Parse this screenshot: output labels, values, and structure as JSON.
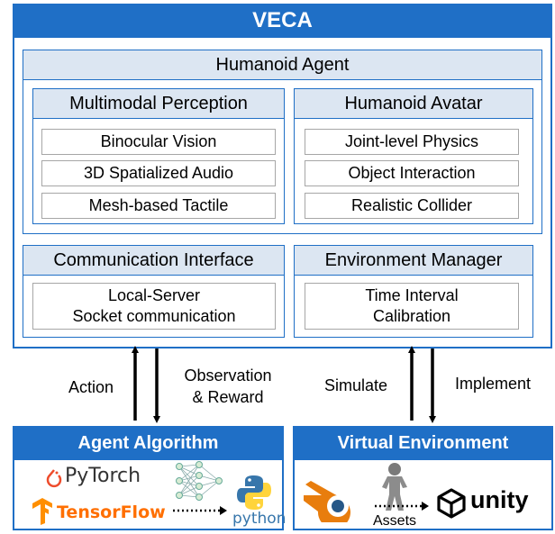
{
  "veca": {
    "title": "VECA",
    "humanoid_agent": {
      "title": "Humanoid Agent",
      "perception": {
        "title": "Multimodal Perception",
        "items": [
          "Binocular Vision",
          "3D Spatialized Audio",
          "Mesh-based Tactile"
        ]
      },
      "avatar": {
        "title": "Humanoid Avatar",
        "items": [
          "Joint-level Physics",
          "Object Interaction",
          "Realistic Collider"
        ]
      }
    },
    "communication": {
      "title": "Communication Interface",
      "line1": "Local-Server",
      "line2": "Socket communication"
    },
    "environment_manager": {
      "title": "Environment Manager",
      "line1": "Time Interval",
      "line2": "Calibration"
    }
  },
  "arrows": {
    "action": "Action",
    "observation_line1": "Observation",
    "observation_line2": "& Reward",
    "simulate": "Simulate",
    "implement": "Implement"
  },
  "agent_algorithm": {
    "title": "Agent Algorithm",
    "pytorch": "PyTorch",
    "tensorflow": "TensorFlow",
    "python": "python"
  },
  "virtual_environment": {
    "title": "Virtual Environment",
    "assets": "Assets",
    "unity": "unity"
  },
  "colors": {
    "primary_blue": "#1f6fc6",
    "header_fill": "#dce6f2",
    "pytorch_orange": "#ee4c2c",
    "tensorflow_orange": "#ff8f00",
    "python_blue": "#3776ab",
    "python_yellow": "#ffd43b"
  }
}
